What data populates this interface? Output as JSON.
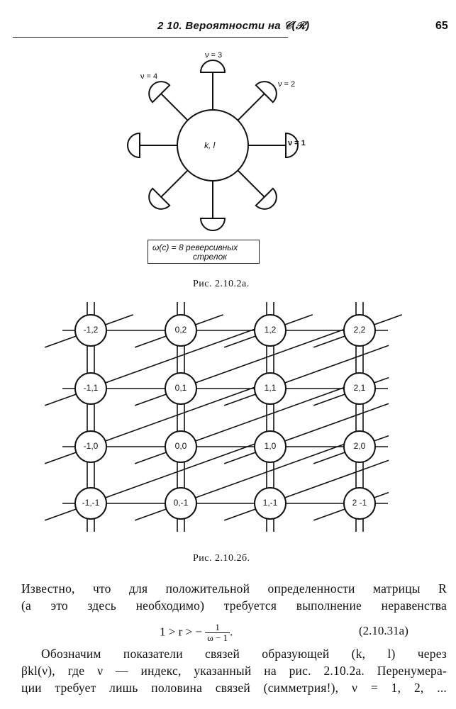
{
  "header": {
    "section_title": "2 10. Вероятности на 𝒞(ℛ)",
    "page_number": "65"
  },
  "figure_a": {
    "center_label": "k, l",
    "direction_labels": [
      {
        "id": "v1",
        "text": "ν = 1"
      },
      {
        "id": "v2",
        "text": "ν = 2"
      },
      {
        "id": "v3",
        "text": "ν = 3"
      },
      {
        "id": "v4",
        "text": "ν = 4"
      }
    ],
    "box_line1": "ω(c) = 8 реверсивных",
    "box_line2": "стрелок",
    "caption": "Рис. 2.10.2а."
  },
  "figure_b": {
    "columns": [
      -1,
      0,
      1,
      2
    ],
    "rows": [
      2,
      1,
      0,
      -1
    ],
    "node_labels": [
      [
        "-1,2",
        "0,2",
        "1,2",
        "2,2"
      ],
      [
        "-1,1",
        "0,1",
        "1,1",
        "2,1"
      ],
      [
        "-1,0",
        "0,0",
        "1,0",
        "2,0"
      ],
      [
        "-1,-1",
        "0,-1",
        "1,-1",
        "2 -1"
      ]
    ],
    "caption": "Рис. 2.10.2б."
  },
  "text": {
    "para1_line1": "Известно, что для положительной определенности матрицы R",
    "para1_line2": "(а это здесь необходимо) требуется выполнение неравенства",
    "equation_left": "1 > r > −",
    "equation_num": "1",
    "equation_den": "ω − 1",
    "equation_end": ".",
    "equation_number": "(2.10.31а)",
    "para2_line1": "Обозначим показатели связей образующей (k, l) через",
    "para2_line2": "βkl(ν), где ν — индекс, указанный на рис. 2.10.2а. Перенумера-",
    "para2_line3": "ции требует лишь половина связей (симметрия!), ν = 1, 2, ..."
  }
}
